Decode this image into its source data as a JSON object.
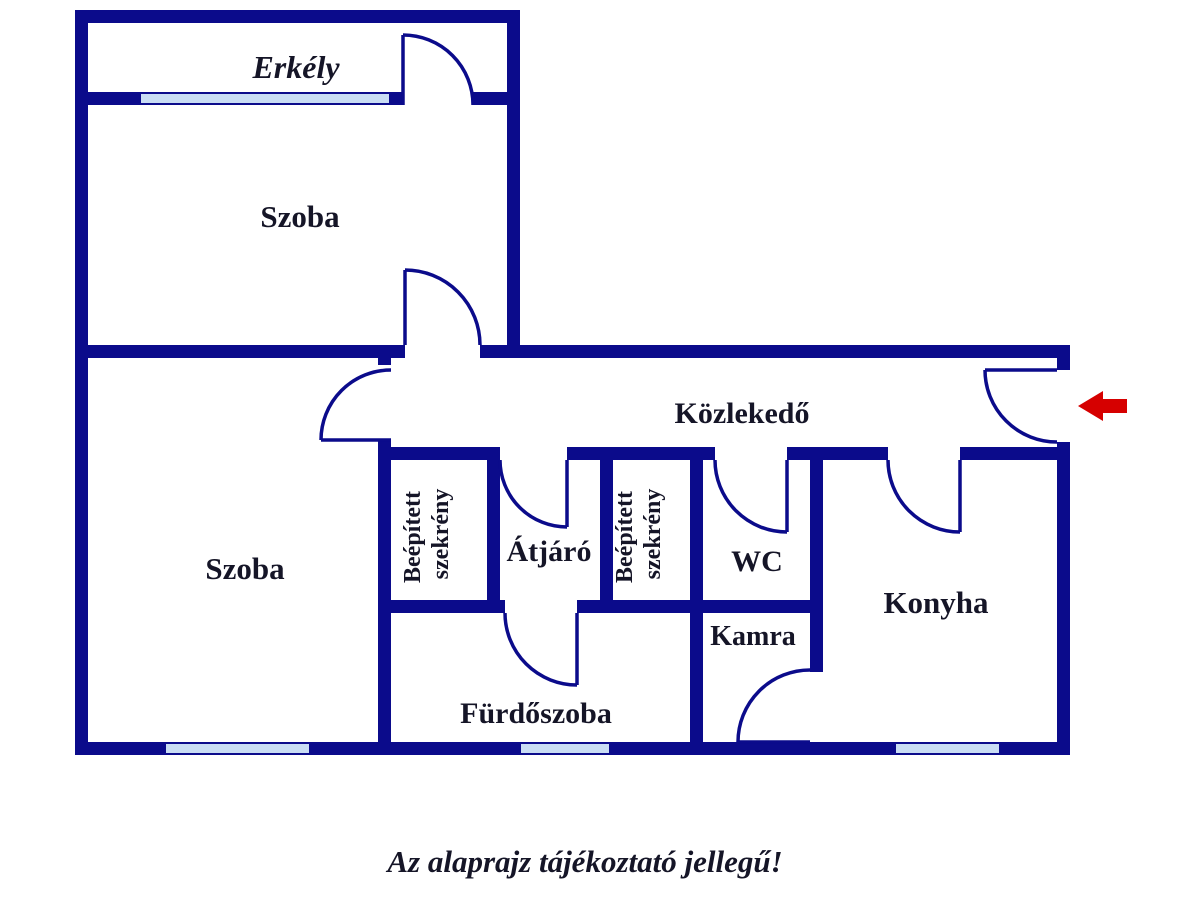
{
  "colors": {
    "background": "#ffffff",
    "wall": "#0b0b8b",
    "window": "#c9ddf4",
    "text": "#151527",
    "arrow": "#d60000"
  },
  "floorplan": {
    "rooms": {
      "erkely": "Erkély",
      "szoba_top": "Szoba",
      "szoba_left": "Szoba",
      "kozlekedo": "Közlekedő",
      "atjaro": "Átjáró",
      "wc": "WC",
      "konyha": "Konyha",
      "kamra": "Kamra",
      "furdoszoba": "Fürdőszoba",
      "szekreny1": {
        "line1": "Beépített",
        "line2": "szekrény"
      },
      "szekreny2": {
        "line1": "Beépített",
        "line2": "szekrény"
      }
    },
    "icons": {
      "entrance_arrow": "left-arrow"
    },
    "disclaimer": "Az alaprajz tájékoztató jellegű!"
  }
}
